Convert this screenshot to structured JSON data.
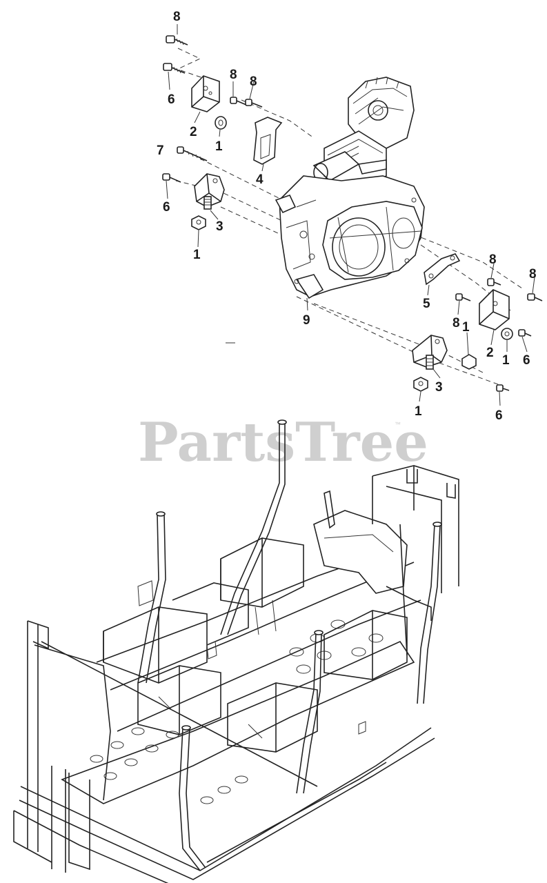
{
  "watermark": {
    "text": "PartsTree",
    "trademark": "™"
  },
  "callouts": [
    {
      "id": "c8a",
      "label": "8"
    },
    {
      "id": "c6a",
      "label": "6"
    },
    {
      "id": "c8b",
      "label": "8"
    },
    {
      "id": "c8c",
      "label": "8"
    },
    {
      "id": "c2a",
      "label": "2"
    },
    {
      "id": "c1a",
      "label": "1"
    },
    {
      "id": "c7",
      "label": "7"
    },
    {
      "id": "c4",
      "label": "4"
    },
    {
      "id": "c6b",
      "label": "6"
    },
    {
      "id": "c3a",
      "label": "3"
    },
    {
      "id": "c1b",
      "label": "1"
    },
    {
      "id": "c9",
      "label": "9"
    },
    {
      "id": "c8d",
      "label": "8"
    },
    {
      "id": "c8e",
      "label": "8"
    },
    {
      "id": "c5",
      "label": "5"
    },
    {
      "id": "c8f",
      "label": "8"
    },
    {
      "id": "c1c",
      "label": "1"
    },
    {
      "id": "c2b",
      "label": "2"
    },
    {
      "id": "c1d",
      "label": "1"
    },
    {
      "id": "c6c",
      "label": "6"
    },
    {
      "id": "c3b",
      "label": "3"
    },
    {
      "id": "c1e",
      "label": "1"
    },
    {
      "id": "c6d",
      "label": "6"
    }
  ]
}
